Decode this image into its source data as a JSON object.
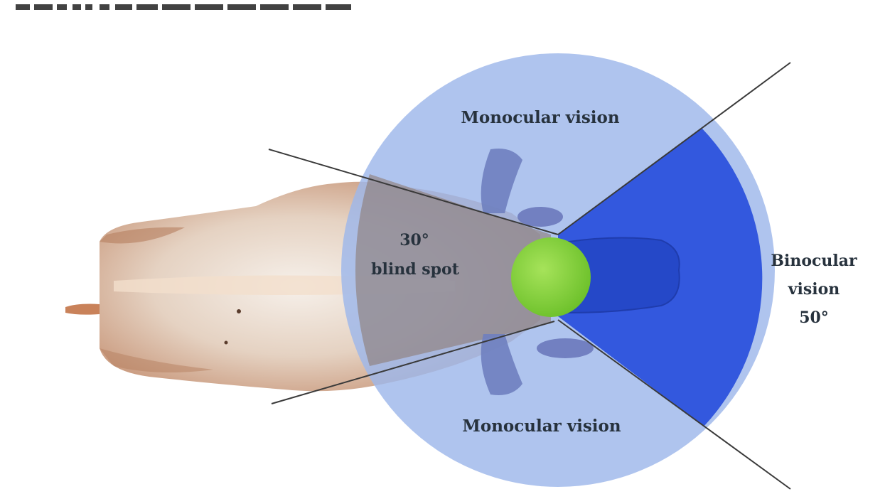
{
  "labels": {
    "monocular_top": "Monocular vision",
    "monocular_bottom": "Monocular vision",
    "blind_angle": "30°",
    "blind_text": "blind spot",
    "binocular_line1": "Binocular",
    "binocular_line2": "vision",
    "binocular_angle": "50°"
  },
  "colors": {
    "vision_field": "#9eb7ea",
    "binocular_field": "#2c52dc",
    "eye": "#7fd33a",
    "sight_line": "#3a3a3a",
    "label": "#27323d"
  },
  "icons": {
    "animal": "cow-top-view-photo",
    "eye": "eye-icon"
  }
}
